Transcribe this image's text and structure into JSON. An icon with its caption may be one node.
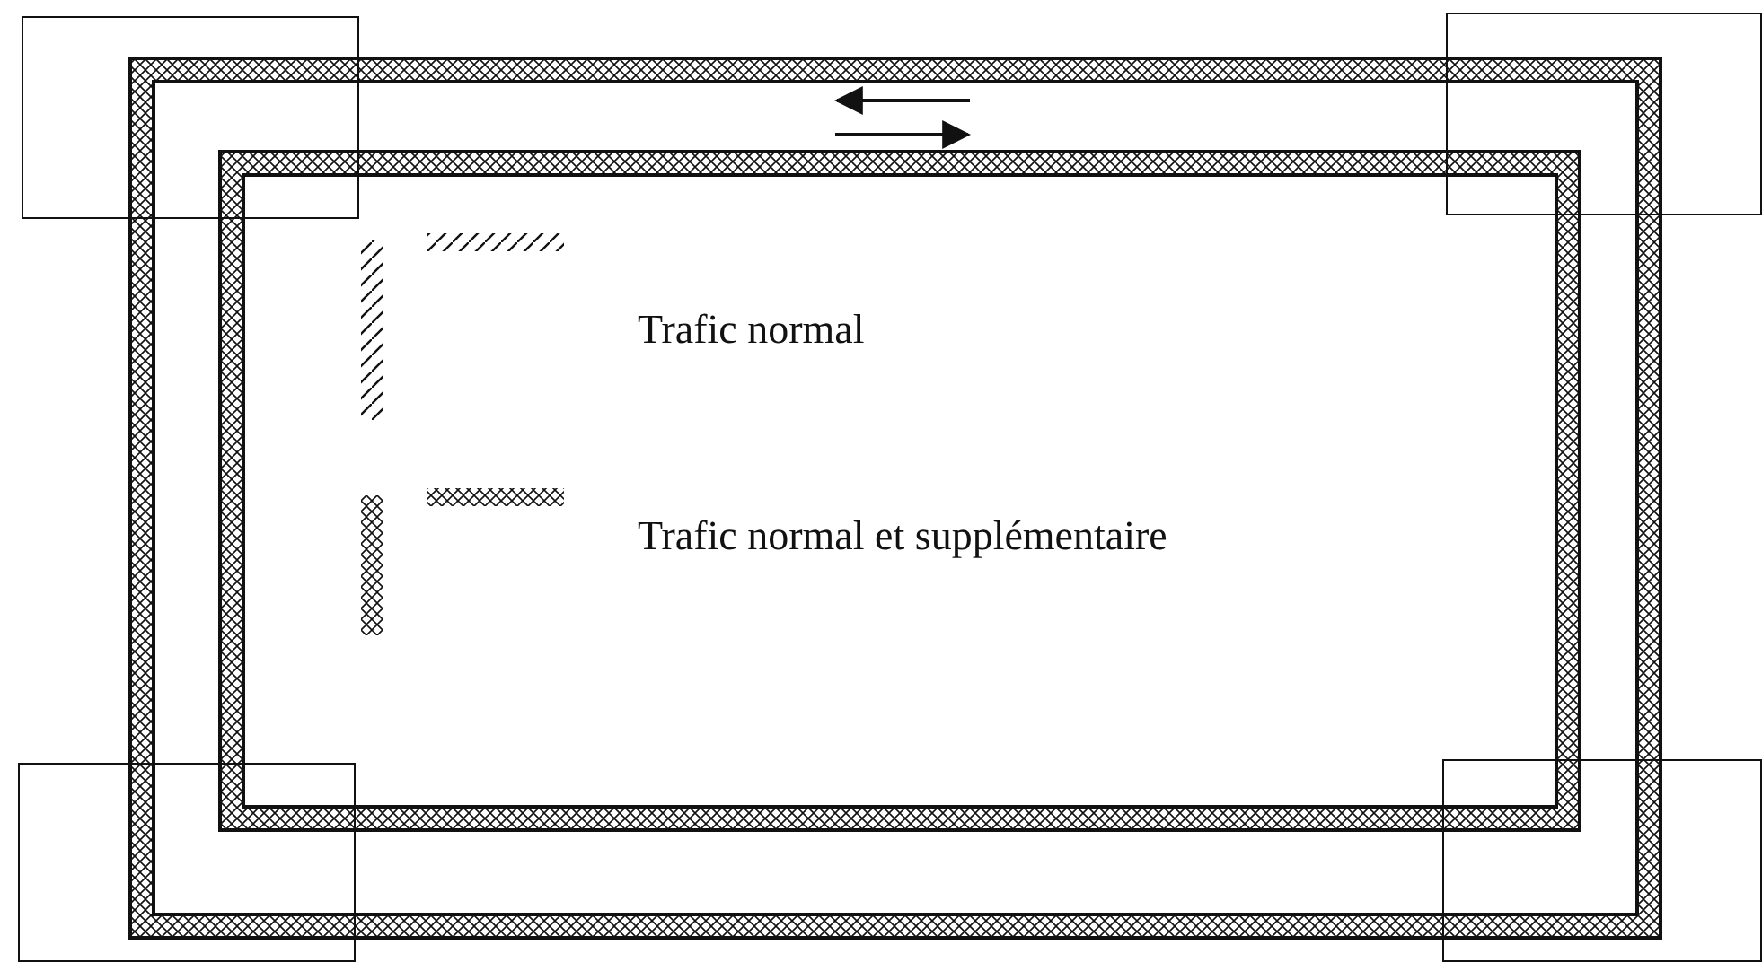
{
  "diagram": {
    "nodes": [
      {
        "text": [],
        "shape": "box"
      },
      {
        "text": [],
        "shape": "box"
      },
      {
        "text": [],
        "shape": "box"
      },
      {
        "text": [],
        "shape": "box"
      }
    ],
    "edges": [
      {
        "from": 0,
        "to": 1,
        "arrow": "none"
      },
      {
        "from": 1,
        "to": 3,
        "arrow": "none"
      },
      {
        "from": 3,
        "to": 2,
        "arrow": "none"
      },
      {
        "from": 2,
        "to": 0,
        "arrow": "none"
      },
      {
        "from": 0,
        "to": 1,
        "arrow": "none"
      },
      {
        "from": 1,
        "to": 3,
        "arrow": "none"
      },
      {
        "from": 3,
        "to": 2,
        "arrow": "none"
      },
      {
        "from": 2,
        "to": 0,
        "arrow": "none"
      }
    ],
    "legend": [
      {
        "text": "Trafic normal"
      },
      {
        "text": "Trafic normal et supplémentaire"
      }
    ]
  }
}
